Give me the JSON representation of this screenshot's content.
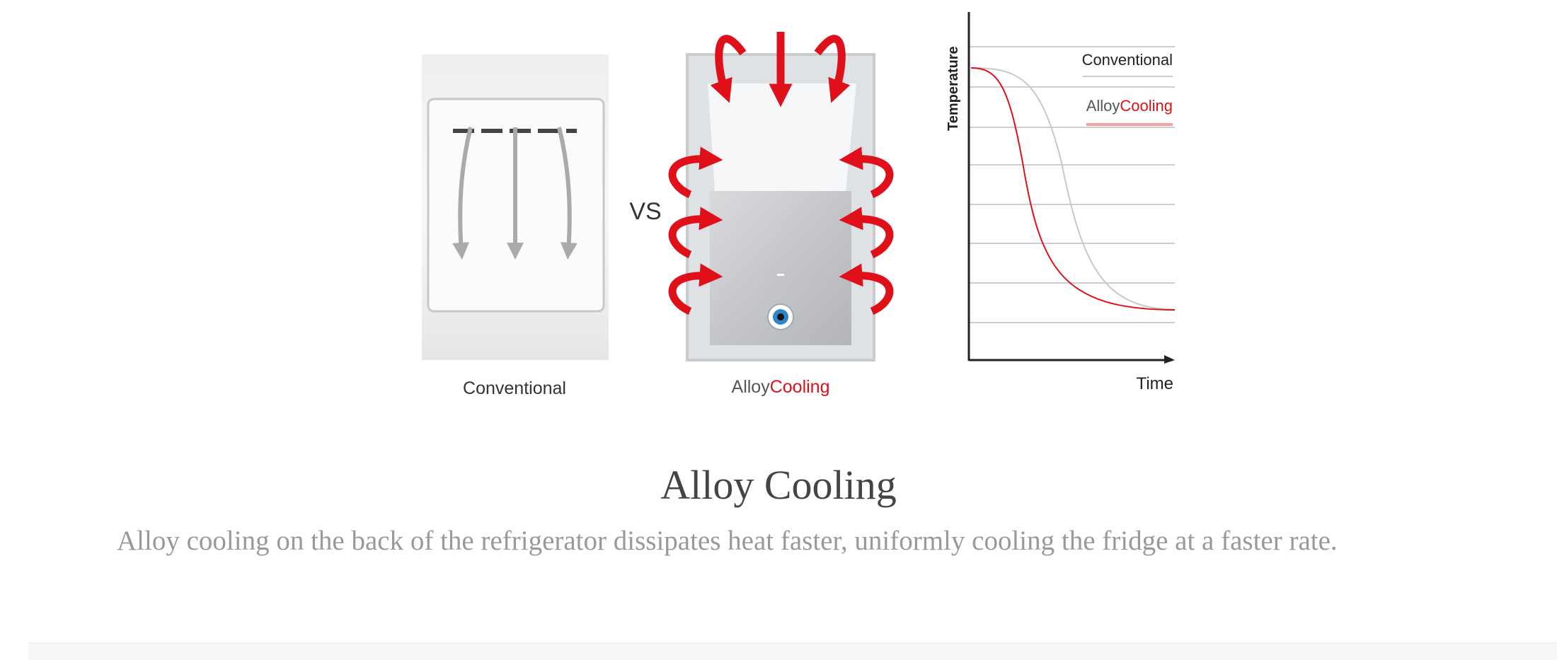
{
  "figure": {
    "vs_label": "VS",
    "conventional_caption": "Conventional",
    "alloy_caption_part1": "Alloy",
    "alloy_caption_part2": "Cooling",
    "graph": {
      "y_axis_label": "Temperature",
      "x_axis_label": "Time",
      "legend_conventional": "Conventional",
      "legend_alloy_part1": "Alloy",
      "legend_alloy_part2": "Cooling"
    },
    "colors": {
      "accent_red": "#e0101a",
      "conventional_gray": "#bbbbbb"
    }
  },
  "section": {
    "title": "Alloy Cooling",
    "description": "Alloy cooling on the back of the refrigerator dissipates heat faster, uniformly cooling the fridge at a faster rate."
  }
}
